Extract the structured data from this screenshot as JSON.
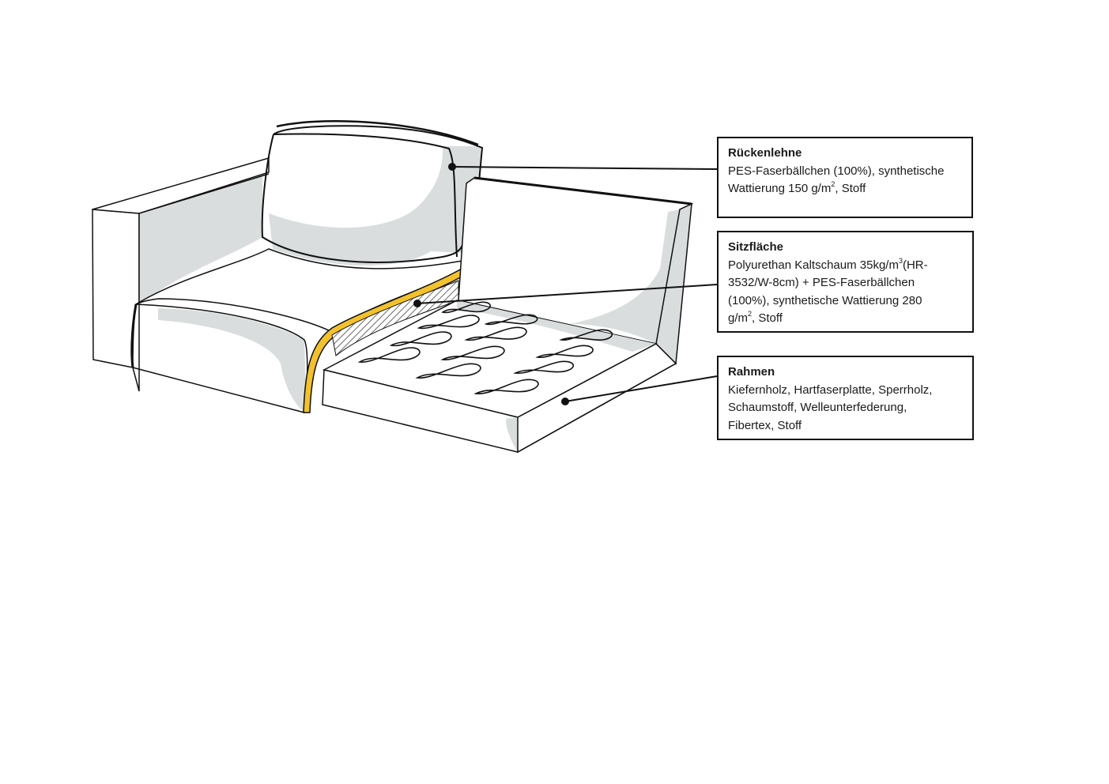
{
  "colors": {
    "outline": "#111111",
    "shadow_fill": "#d9dddd",
    "padding_layer": "#f2c12e",
    "background": "#ffffff"
  },
  "callouts": {
    "rueckenlehne": {
      "title": "Rückenlehne",
      "line1": "PES-Faserbällchen (100%), synthetische",
      "line2_pre": "Wattierung 150 g/m",
      "line2_sup": "2",
      "line2_post": ", Stoff"
    },
    "sitzflaeche": {
      "title": "Sitzfläche",
      "line1_pre": "Polyurethan Kaltschaum 35kg/m",
      "line1_sup": "3",
      "line1_post": "(HR-",
      "line2": "3532/W-8cm) + PES-Faserbällchen",
      "line3": "(100%), synthetische Wattierung 280",
      "line4_pre": "g/m",
      "line4_sup": "2",
      "line4_post": ", Stoff"
    },
    "rahmen": {
      "title": "Rahmen",
      "line1": "Kiefernholz, Hartfaserplatte, Sperrholz,",
      "line2": "Schaumstoff, Welleunterfederung,",
      "line3": "Fibertex, Stoff"
    }
  },
  "icons": [
    "sofa-cross-section-illustration",
    "wavy-spring-icon",
    "leader-dot-icon"
  ]
}
